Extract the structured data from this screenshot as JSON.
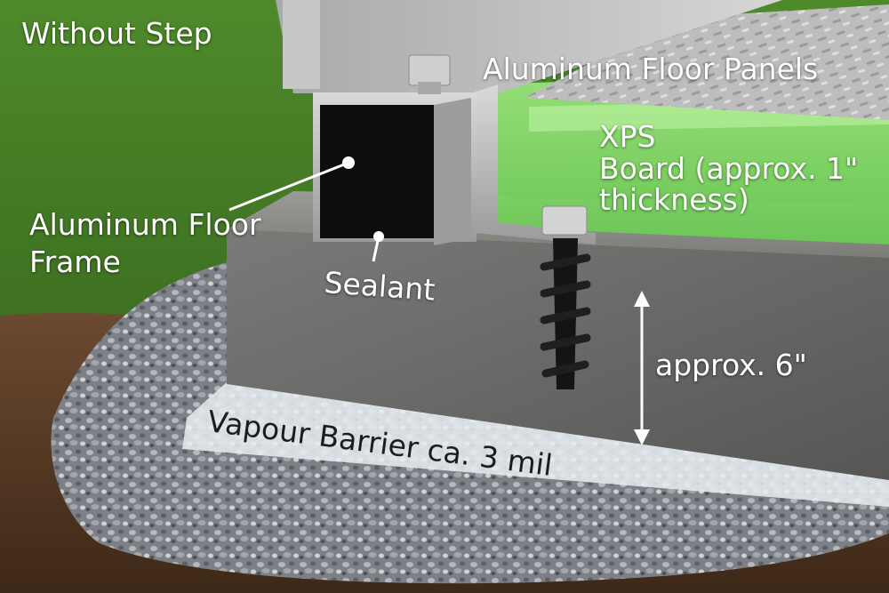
{
  "labels": {
    "without_step": "Without Step",
    "floor_panels": "Aluminum  Floor Panels",
    "xps_line1": "XPS",
    "xps_line2": "Board (approx. 1\"",
    "xps_line3": "thickness)",
    "frame_line1": "Aluminum  Floor",
    "frame_line2": "Frame",
    "sealant": "Sealant",
    "height": "approx. 6\"",
    "vapour_barrier": "Vapour Barrier ca. 3 mil"
  },
  "colors": {
    "grass": "#4f8a2c",
    "soil": "#5a3d27",
    "gravel": "#8e9196",
    "concrete": "#707070",
    "xps_board": "#86d96a",
    "aluminum": "#b8b8b8",
    "vapour_barrier": "#e9eef2",
    "label_text": "#ffffff"
  }
}
